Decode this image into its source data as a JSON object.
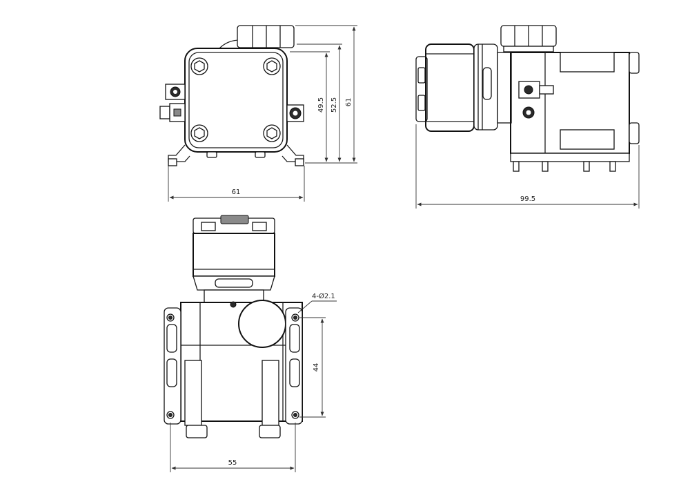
{
  "dimensions": {
    "front_width": "61",
    "front_height_1": "49.5",
    "front_height_2": "52.5",
    "front_height_3": "61",
    "side_length": "99.5",
    "bottom_width": "55",
    "bottom_mount_spacing": "44",
    "hole_callout": "4-Ø2.1"
  }
}
